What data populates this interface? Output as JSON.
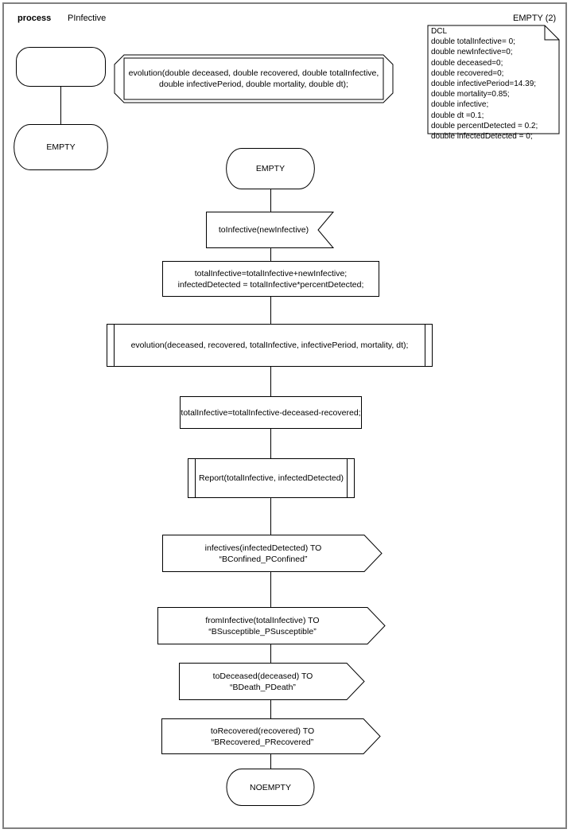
{
  "header": {
    "keyword": "process",
    "name": "PInfective",
    "page_label": "EMPTY (2)"
  },
  "declaration_note": {
    "title": "DCL",
    "lines": [
      "DCL",
      "double totalInfective= 0;",
      "double newInfective=0;",
      "double deceased=0;",
      "double recovered=0;",
      "double infectivePeriod=14.39;",
      "double mortality=0.85;",
      "double infective;",
      "double dt =0.1;",
      "double percentDetected = 0.2;",
      "double infectedDetected = 0;"
    ],
    "text": "DCL\ndouble totalInfective= 0;\ndouble newInfective=0;\ndouble deceased=0;\ndouble recovered=0;\ndouble infectivePeriod=14.39;\ndouble mortality=0.85;\ndouble infective;\ndouble dt =0.1;\ndouble percentDetected = 0.2;\ndouble infectedDetected = 0;"
  },
  "start_symbol": {
    "text": ""
  },
  "procedure_declaration": {
    "text": "evolution(double deceased, double recovered, double totalInfective,\ndouble infectivePeriod, double mortality, double dt);"
  },
  "nodes": {
    "state_empty_left": {
      "type": "state",
      "text": "EMPTY"
    },
    "state_empty_main": {
      "type": "state",
      "text": "EMPTY"
    },
    "input_to_infective": {
      "type": "input",
      "text": "toInfective(newInfective)"
    },
    "task_update_totals": {
      "type": "task",
      "text": "totalInfective=totalInfective+newInfective;\ninfectedDetected = totalInfective*percentDetected;"
    },
    "call_evolution": {
      "type": "procedure-call",
      "text": "evolution(deceased, recovered, totalInfective, infectivePeriod, mortality, dt);"
    },
    "task_subtract": {
      "type": "task",
      "text": "totalInfective=totalInfective-deceased-recovered;"
    },
    "call_report": {
      "type": "procedure-call",
      "text": "Report(totalInfective, infectedDetected)"
    },
    "output_confined": {
      "type": "output",
      "text": "infectives(infectedDetected) TO “BConfined_PConfined”"
    },
    "output_susceptible": {
      "type": "output",
      "text": "fromInfective(totalInfective) TO “BSusceptible_PSusceptible”"
    },
    "output_death": {
      "type": "output",
      "text": "toDeceased(deceased) TO “BDeath_PDeath”"
    },
    "output_recovered": {
      "type": "output",
      "text": "toRecovered(recovered) TO “BRecovered_PRecovered”"
    },
    "state_noempty": {
      "type": "state",
      "text": "NOEMPTY"
    }
  },
  "colors": {
    "stroke": "#000000",
    "frame": "#808080",
    "background": "#ffffff",
    "text": "#000000"
  }
}
